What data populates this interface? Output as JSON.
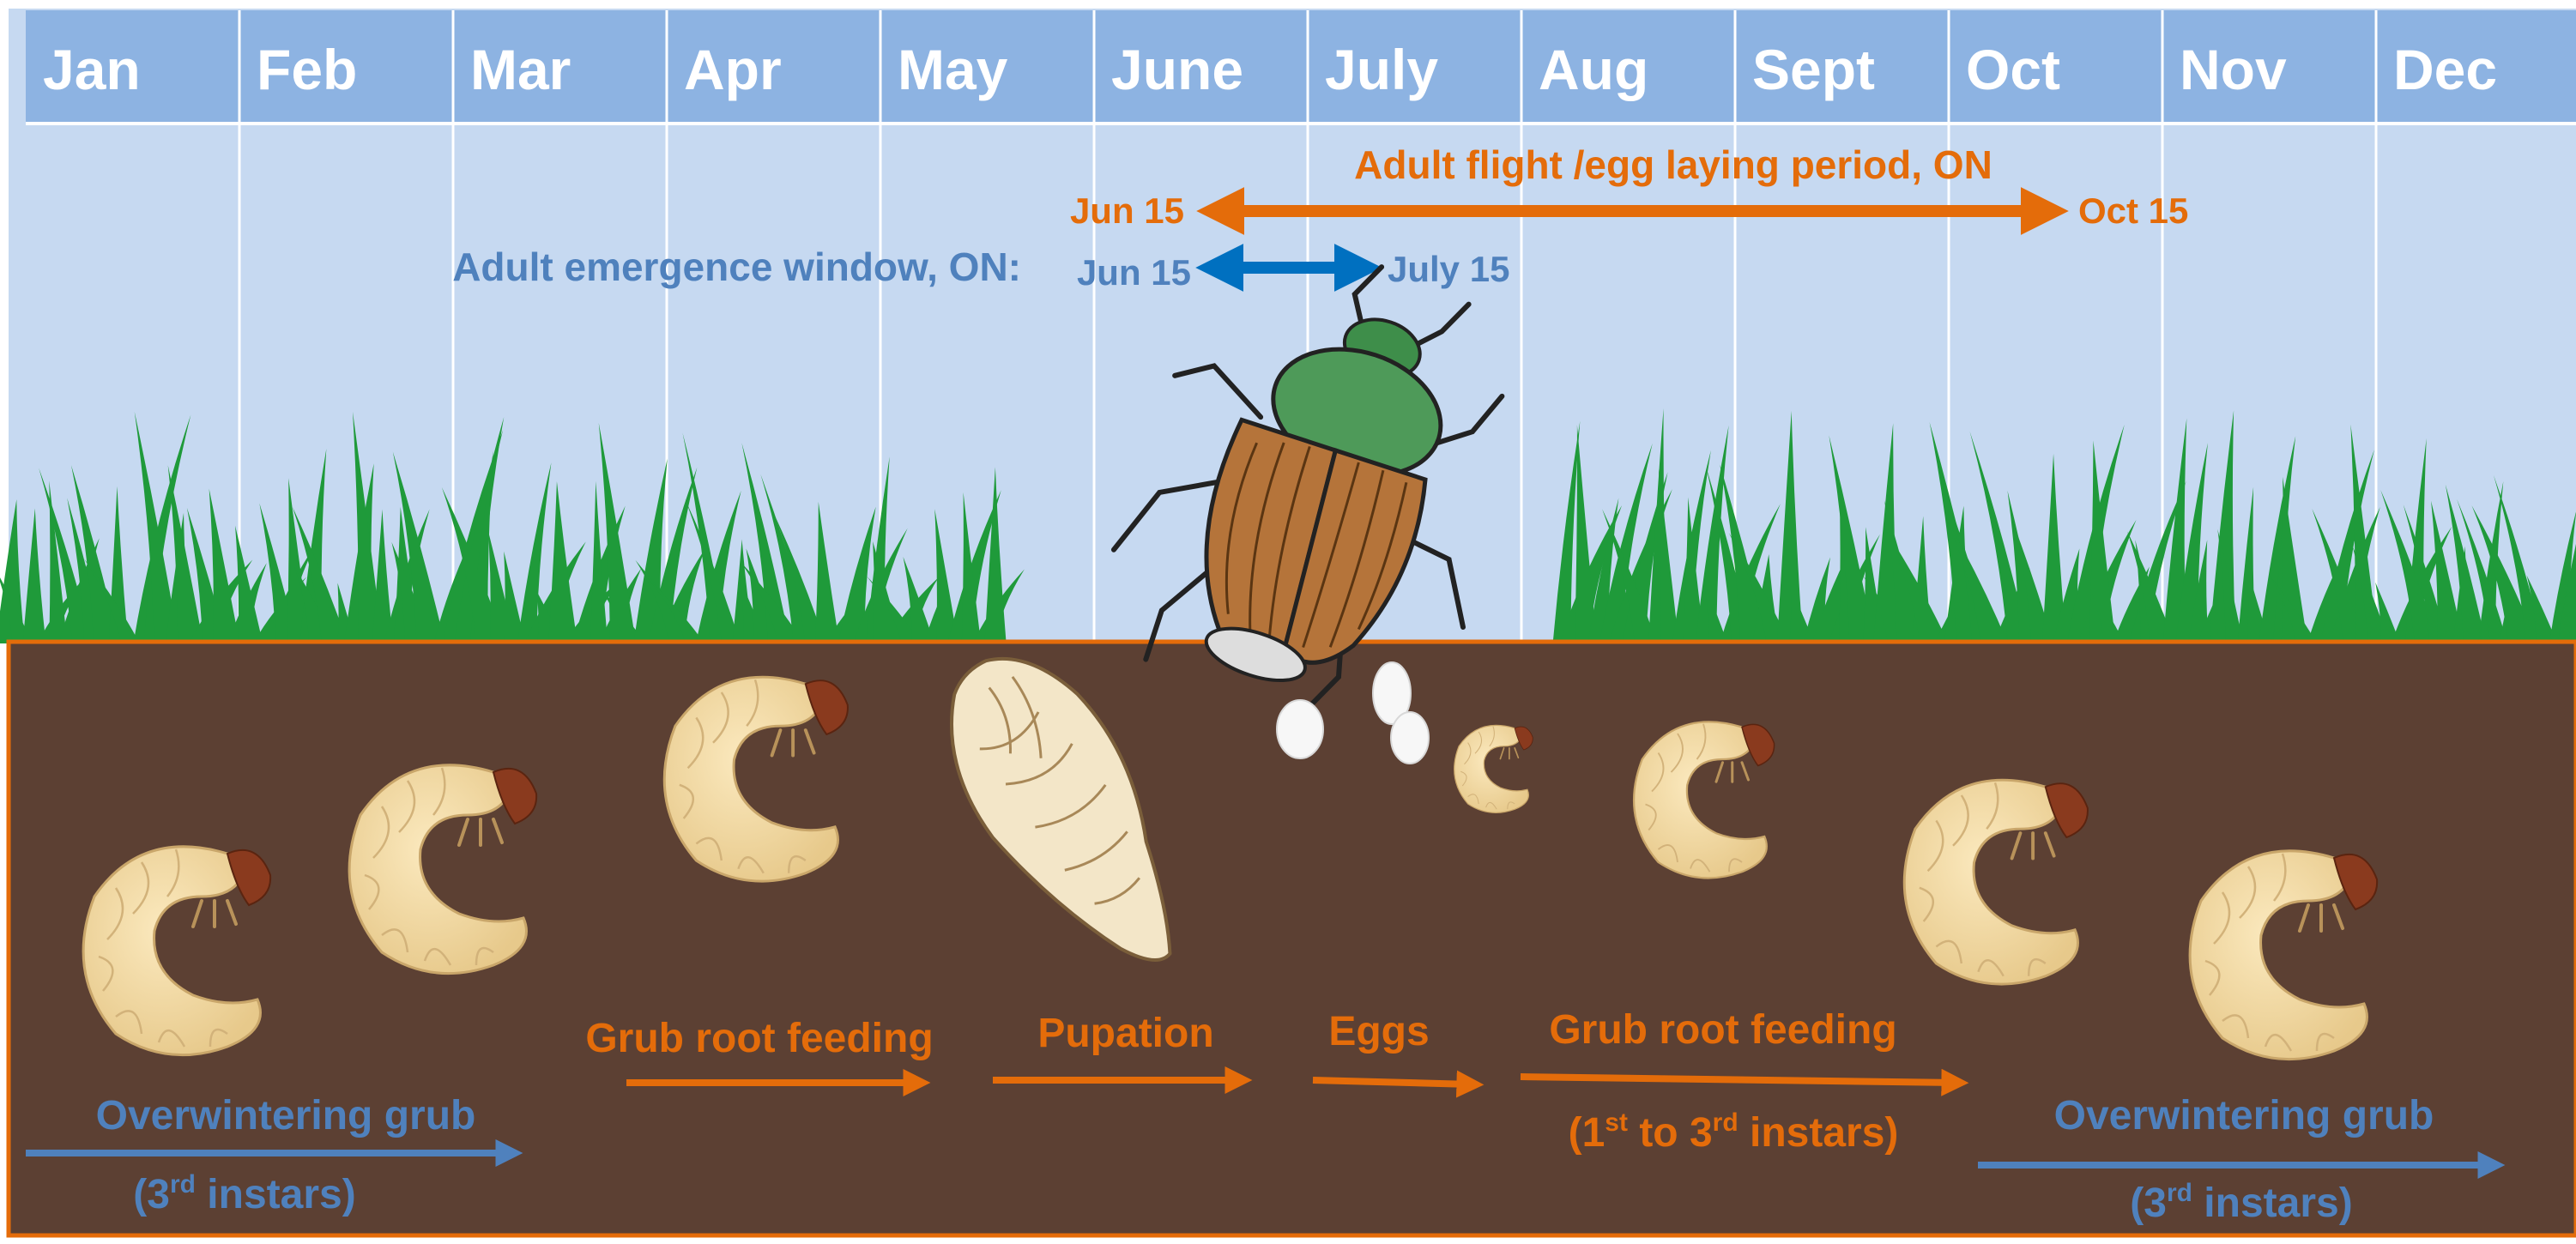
{
  "months": [
    "Jan",
    "Feb",
    "Mar",
    "Apr",
    "May",
    "June",
    "July",
    "Aug",
    "Sept",
    "Oct",
    "Nov",
    "Dec"
  ],
  "colors": {
    "header_bg": "#8DB3E2",
    "sky_bg": "#C6D9F1",
    "soil": "#5C4033",
    "orange": "#E46C0A",
    "blue": "#4F81BD",
    "dark_blue": "#0070C0",
    "grass": "#1F9A3A"
  },
  "adult_flight": {
    "label": "Adult flight /egg laying period, ON",
    "start": "Jun 15",
    "end": "Oct 15"
  },
  "adult_emergence": {
    "label": "Adult emergence window, ON:",
    "start": "Jun 15",
    "end": "July 15"
  },
  "stages": {
    "overwinter_left": {
      "label": "Overwintering grub",
      "instar_num": "3",
      "instar_sup": "rd",
      "instar_rest": " instars)"
    },
    "grub_feeding_spring": {
      "label": "Grub root feeding"
    },
    "pupation": {
      "label": "Pupation"
    },
    "eggs": {
      "label": "Eggs"
    },
    "grub_feeding_summer": {
      "label": "Grub root feeding",
      "sub_1": "1",
      "sub_1_sup": "st",
      "sub_mid": " to 3",
      "sub_mid_sup": "rd",
      "sub_rest": " instars)"
    },
    "overwinter_right": {
      "label": "Overwintering grub",
      "instar_num": "3",
      "instar_sup": "rd",
      "instar_rest": " instars)"
    }
  },
  "icons": [
    "beetle-icon",
    "grub-icon",
    "pupa-icon",
    "egg-icon",
    "grass-icon"
  ]
}
